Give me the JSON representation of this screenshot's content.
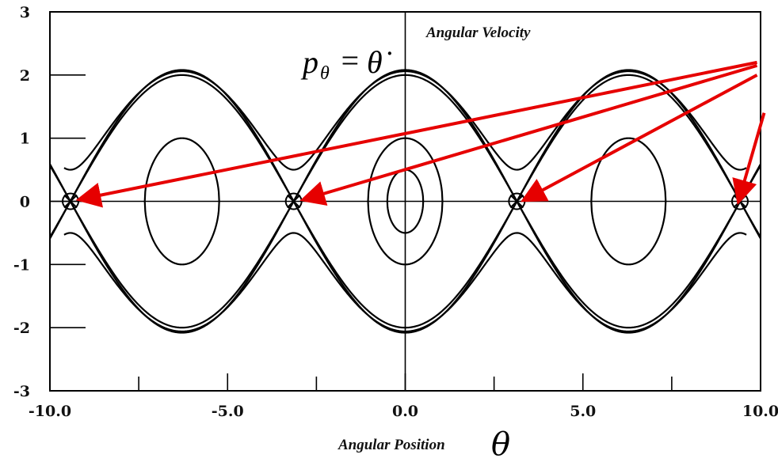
{
  "chart_data": {
    "type": "line",
    "title": "",
    "xlabel": "Angular Position",
    "xlabel_symbol": "θ",
    "ylabel": "Angular Velocity",
    "ylabel_symbol_base": "p",
    "ylabel_symbol_sub": "θ",
    "ylabel_symbol_eq": "=",
    "ylabel_symbol_rhs": "θ̇",
    "xlim": [
      -10.0,
      10.0
    ],
    "ylim": [
      -3,
      3
    ],
    "x_ticks": [
      -10.0,
      -5.0,
      0.0,
      5.0,
      10.0
    ],
    "x_tick_labels": [
      "-10.0",
      "-5.0",
      "0.0",
      "5.0",
      "10.0"
    ],
    "y_ticks": [
      -3,
      -2,
      -1,
      0,
      1,
      2,
      3
    ],
    "y_tick_labels": [
      "-3",
      "-2",
      "-1",
      "0",
      "1",
      "2",
      "3"
    ],
    "grid": false,
    "series": [
      {
        "kind": "librating",
        "center": 0.0,
        "amplitude_y": [
          0.5,
          1.0
        ]
      },
      {
        "kind": "librating",
        "center": -6.283,
        "amplitude_y": [
          1.0
        ]
      },
      {
        "kind": "librating",
        "center": 6.283,
        "amplitude_y": [
          1.0
        ]
      },
      {
        "kind": "separatrix",
        "energy_factor": [
          1.0,
          1.04
        ]
      },
      {
        "kind": "rotating",
        "min_velocity": 0.5,
        "max_velocity": 2.06
      }
    ],
    "saddle_points": [
      -9.42,
      -3.14,
      3.14,
      9.42
    ],
    "annotations": {
      "arrow_color": "#e60000",
      "arrow_source": [
        9.9,
        2.2
      ],
      "arrow_targets": [
        -9.1,
        -2.8,
        3.4,
        9.4
      ]
    }
  }
}
